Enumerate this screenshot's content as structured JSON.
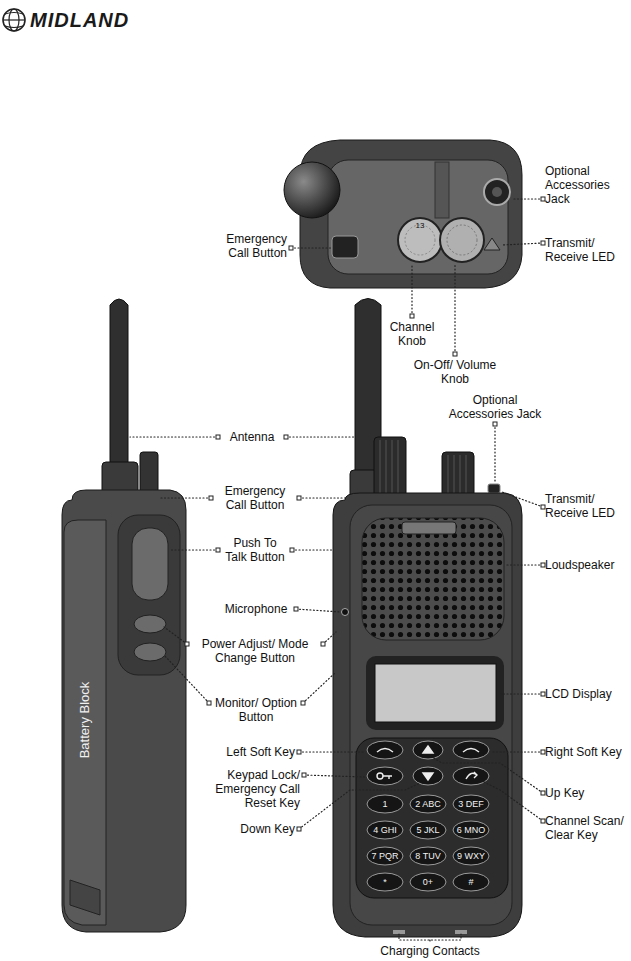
{
  "diagram": {
    "labels": [
      "MIDLAND",
      "Optional Accessories Jack",
      "Emergency Call Button",
      "Transmit/ Receive LED",
      "Channel Knob",
      "On-Off/ Volume Knob",
      "Optional Accessories Jack",
      "Antenna",
      "Emergency Call Button",
      "Push To Talk Button",
      "Microphone",
      "Power Adjust/ Mode Change Button",
      "Monitor/ Option Button",
      "Left Soft Key",
      "Keypad Lock/ Emergency Call Reset Key",
      "Down Key",
      "Transmit/ Receive LED",
      "Loudspeaker",
      "LCD Display",
      "Right Soft Key",
      "Up Key",
      "Channel Scan/ Clear Key",
      "Charging Contacts",
      "Battery Block",
      "13",
      "1",
      "2 ABC",
      "3 DEF",
      "4 GHI",
      "5 JKL",
      "6 MNO",
      "7 PQR",
      "8 TUV",
      "9 WXY",
      "*",
      "0+",
      "#"
    ]
  }
}
